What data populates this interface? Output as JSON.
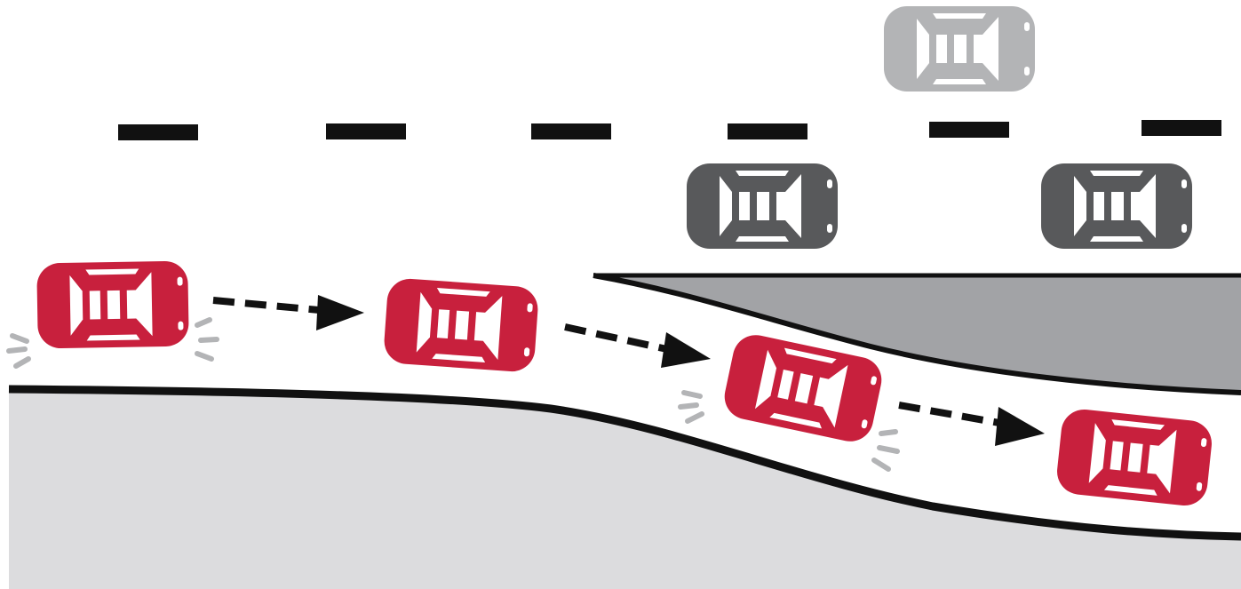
{
  "diagram": {
    "subject": "lane-merge-sequence",
    "colors": {
      "background": "#ffffff",
      "road_shoulder": "#dcdcde",
      "gore_area": "#a2a3a6",
      "edge_line": "#111111",
      "lane_dash": "#111111",
      "arrow": "#111111",
      "merging_car": "#c8203d",
      "traffic_car": "#58595b",
      "distant_car": "#b3b4b6",
      "car_glass": "#ffffff",
      "motion_lines": "#b3b4b6"
    },
    "merging_car_steps": 4,
    "traffic_cars": 3,
    "arrows": 3
  }
}
